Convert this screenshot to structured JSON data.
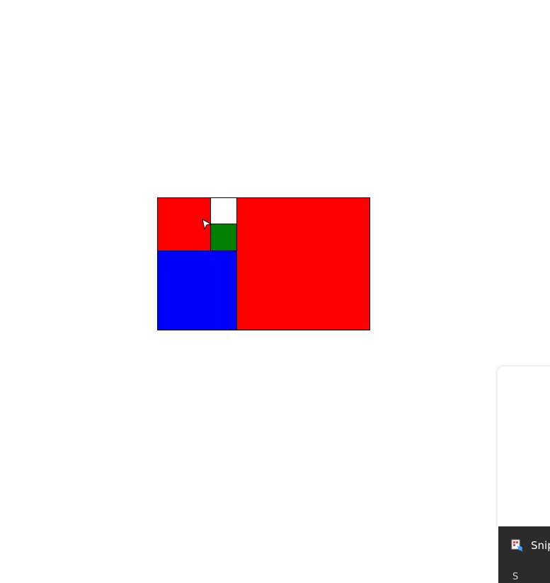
{
  "tiles": [
    {
      "name": "tile-red-small",
      "color": "#ff0000"
    },
    {
      "name": "tile-white",
      "color": "#ffffff"
    },
    {
      "name": "tile-green",
      "color": "#008000"
    },
    {
      "name": "tile-blue",
      "color": "#0000ff"
    },
    {
      "name": "tile-red-large",
      "color": "#ff0000"
    }
  ],
  "taskbar": {
    "snip_label": "Snip",
    "snip_icon": "snipping-tool-icon",
    "second_label": "S"
  }
}
